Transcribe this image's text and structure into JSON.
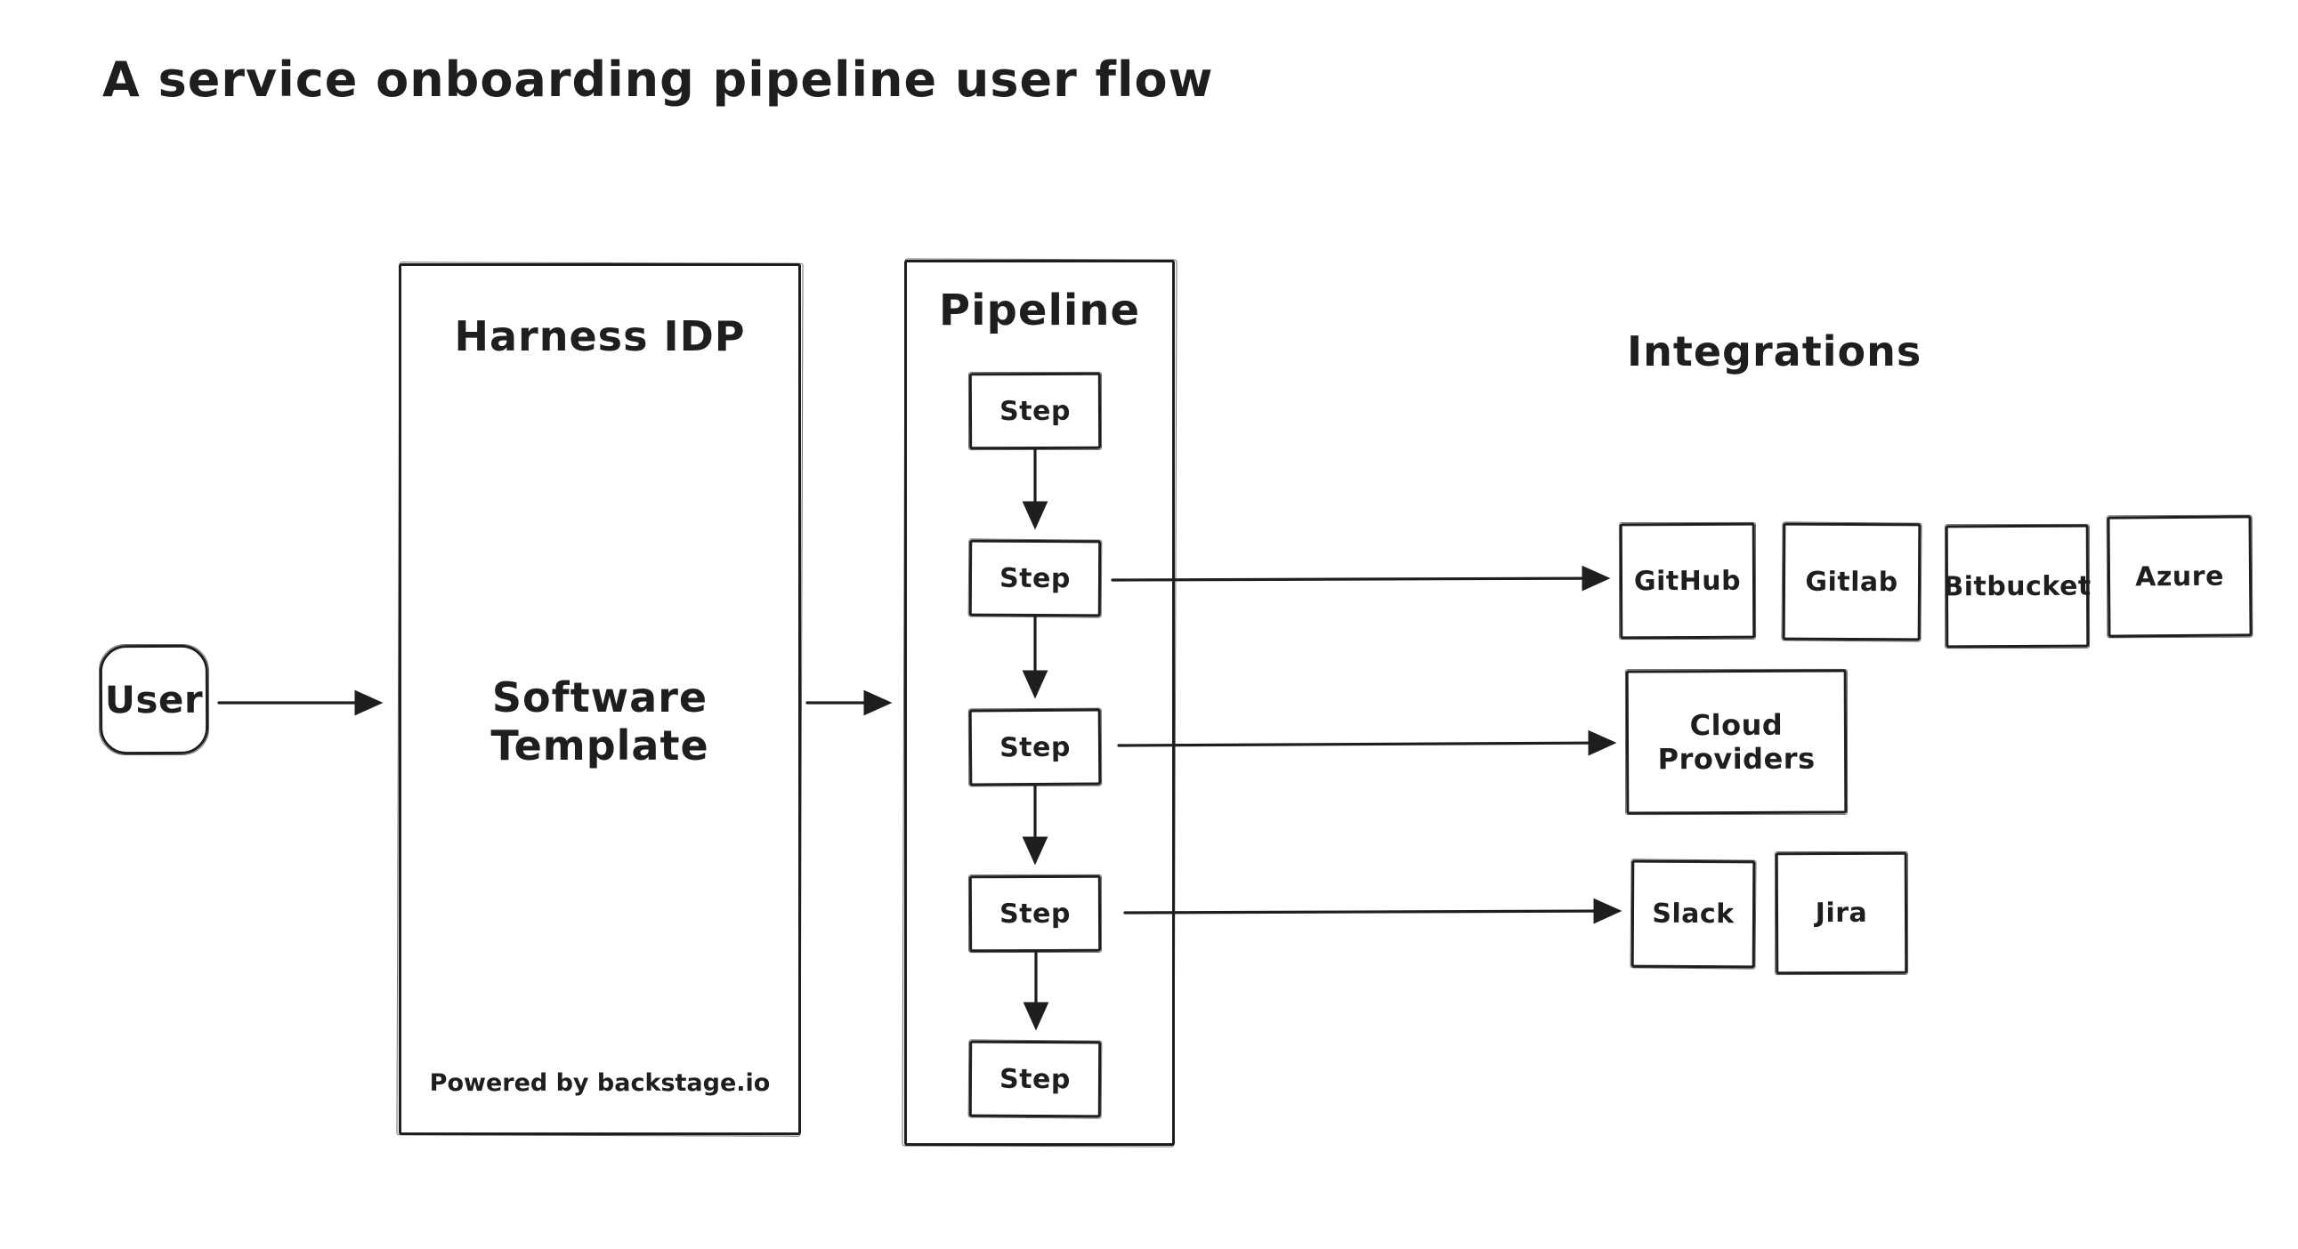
{
  "title": "A service onboarding pipeline user flow",
  "user": {
    "label": "User"
  },
  "harness": {
    "title": "Harness IDP",
    "template_label": "Software Template",
    "footer": "Powered by backstage.io"
  },
  "pipeline": {
    "title": "Pipeline",
    "steps": [
      {
        "label": "Step"
      },
      {
        "label": "Step"
      },
      {
        "label": "Step"
      },
      {
        "label": "Step"
      },
      {
        "label": "Step"
      }
    ]
  },
  "integrations": {
    "title": "Integrations",
    "vcs": [
      {
        "label": "GitHub"
      },
      {
        "label": "Gitlab"
      },
      {
        "label": "Bitbucket"
      },
      {
        "label": "Azure"
      }
    ],
    "cloud": {
      "label": "Cloud Providers"
    },
    "tools": [
      {
        "label": "Slack"
      },
      {
        "label": "Jira"
      }
    ]
  },
  "colors": {
    "stroke": "#1e1e1e",
    "background": "#ffffff"
  }
}
